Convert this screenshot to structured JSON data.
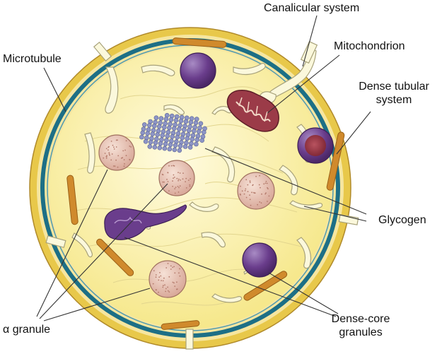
{
  "labels": {
    "canalicular": "Canalicular system",
    "mitochondrion": "Mitochondrion",
    "microtubule": "Microtubule",
    "dense_tubular_1": "Dense tubular",
    "dense_tubular_2": "system",
    "glycogen": "Glycogen",
    "alpha_granule": "α granule",
    "dense_core_1": "Dense-core",
    "dense_core_2": "granules"
  },
  "colors": {
    "membrane_outer": "#e8c84a",
    "membrane_band": "#1d6f86",
    "cytoplasm": "#faf1a6",
    "dense_tubular": "#d08a2c",
    "alpha_granule": "#e9c9bd",
    "dense_core": "#6a3d8c",
    "mitochondrion": "#9b3b48",
    "glycogen": "#8d95c6",
    "canalicular": "#fbf8dc",
    "leader": "#333333"
  }
}
